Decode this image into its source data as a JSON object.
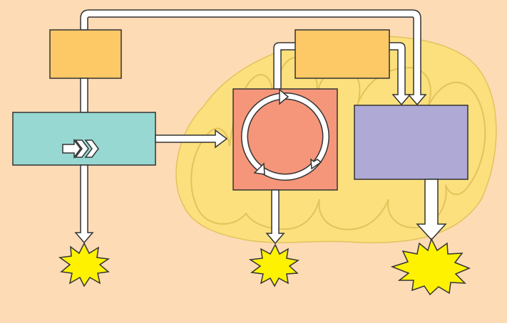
{
  "diagram": {
    "kind": "cellular respiration overview (unlabeled)",
    "colors": {
      "background": "#FDDBB5",
      "mitochondrion_fill": "#FCE07D",
      "mitochondrion_stroke": "#E2C35C",
      "top_left_box": "#FDC866",
      "top_middle_box": "#FDC866",
      "glycolysis_box": "#98D8D2",
      "krebs_box": "#F5967A",
      "electron_transport_box": "#AFA9D5",
      "energy_burst": "#FFF200",
      "arrow_fill": "#FFFFFF",
      "outline": "#333333"
    },
    "nodes": [
      {
        "id": "top-left-box",
        "label": ""
      },
      {
        "id": "top-middle-box",
        "label": ""
      },
      {
        "id": "glycolysis-box",
        "label": ""
      },
      {
        "id": "krebs-cycle-box",
        "label": ""
      },
      {
        "id": "electron-transport-box",
        "label": ""
      },
      {
        "id": "energy-burst-left",
        "label": ""
      },
      {
        "id": "energy-burst-middle",
        "label": ""
      },
      {
        "id": "energy-burst-right",
        "label": ""
      }
    ],
    "icons": [
      "triple-chevron-icon",
      "cycle-arrows-icon",
      "starburst-icon"
    ]
  }
}
